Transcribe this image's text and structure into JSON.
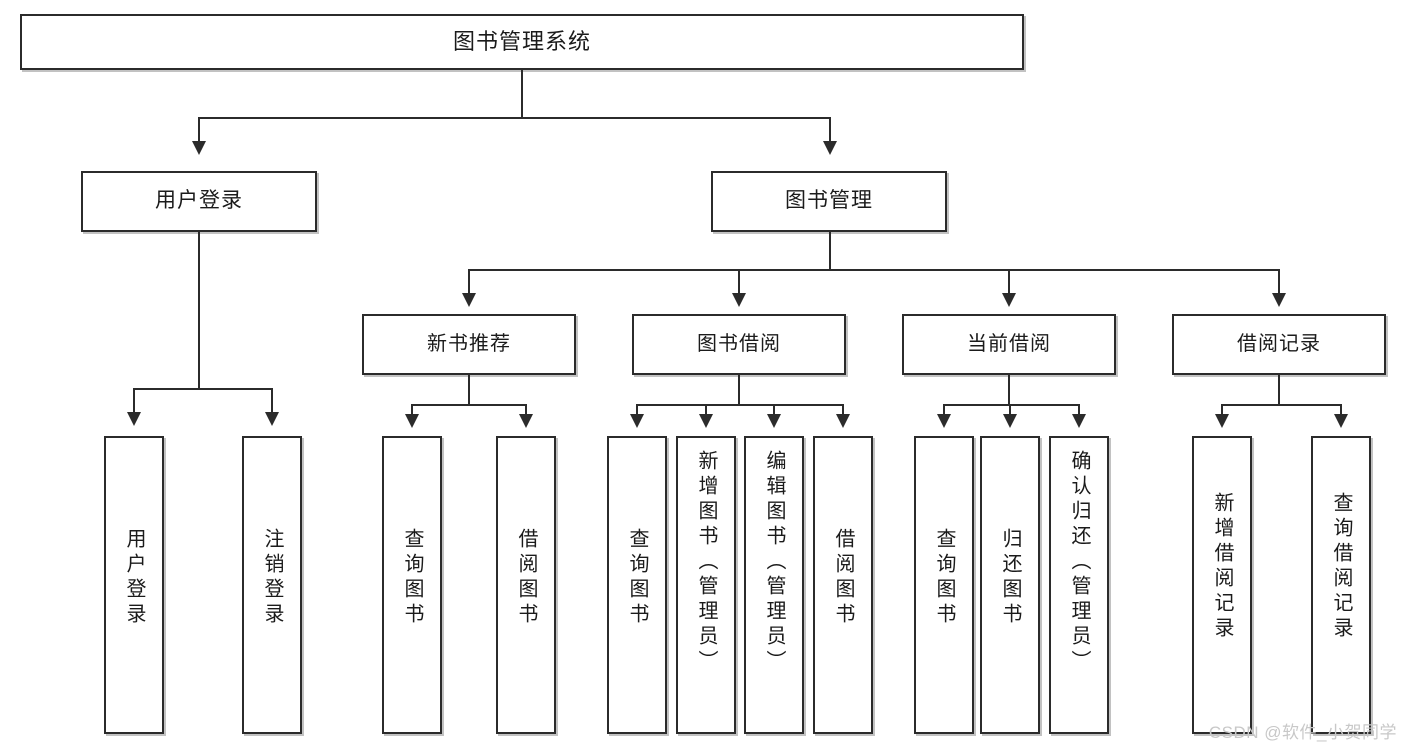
{
  "diagram": {
    "type": "tree-hierarchy",
    "title": "图书管理系统",
    "root": {
      "label": "图书管理系统"
    },
    "level2": [
      {
        "label": "用户登录"
      },
      {
        "label": "图书管理"
      }
    ],
    "level3": [
      {
        "label": "新书推荐"
      },
      {
        "label": "图书借阅"
      },
      {
        "label": "当前借阅"
      },
      {
        "label": "借阅记录"
      }
    ],
    "leaves": {
      "user_login": [
        {
          "label": "用户登录"
        },
        {
          "label": "注销登录"
        }
      ],
      "new_book_recommend": [
        {
          "label": "查询图书"
        },
        {
          "label": "借阅图书"
        }
      ],
      "book_borrow": [
        {
          "label": "查询图书"
        },
        {
          "label": "新增图书（管理员）"
        },
        {
          "label": "编辑图书（管理员）"
        },
        {
          "label": "借阅图书"
        }
      ],
      "current_borrow": [
        {
          "label": "查询图书"
        },
        {
          "label": "归还图书"
        },
        {
          "label": "确认归还（管理员）"
        }
      ],
      "borrow_record": [
        {
          "label": "新增借阅记录"
        },
        {
          "label": "查询借阅记录"
        }
      ]
    }
  },
  "watermark": {
    "text": "CSDN @软件_小贺同学"
  },
  "colors": {
    "stroke": "#2b2b2b",
    "fill": "#ffffff",
    "text": "#1b1b1b",
    "watermark": "#c8c8c8"
  }
}
